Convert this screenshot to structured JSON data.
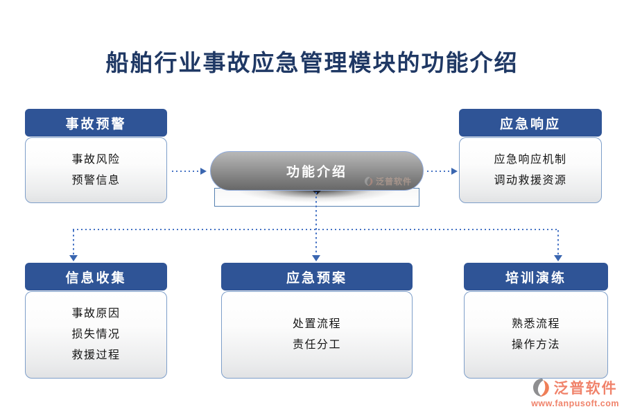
{
  "title": "船舶行业事故应急管理模块的功能介绍",
  "center_node": {
    "label": "功能介绍"
  },
  "nodes": {
    "accident_warning": {
      "title": "事故预警",
      "lines": [
        "事故风险",
        "预警信息"
      ]
    },
    "emergency_response": {
      "title": "应急响应",
      "lines": [
        "应急响应机制",
        "调动救援资源"
      ]
    },
    "info_collection": {
      "title": "信息收集",
      "lines": [
        "事故原因",
        "损失情况",
        "救援过程"
      ]
    },
    "emergency_plan": {
      "title": "应急预案",
      "lines": [
        "处置流程",
        "责任分工"
      ]
    },
    "training_drill": {
      "title": "培训演练",
      "lines": [
        "熟悉流程",
        "操作方法"
      ]
    }
  },
  "watermark": {
    "brand": "泛普软件",
    "url": "www.fanpusoft.com"
  },
  "colors": {
    "header_blue": "#2F5496",
    "title_navy": "#1F3864",
    "connector_blue": "#4472C4",
    "arrowhead_blue": "#3A66B0",
    "card_border_blue": "#7D9EC9",
    "pill_gray_top": "#B8B8B8",
    "pill_gray_bottom": "#686868",
    "brand_coral": "#F0836B"
  }
}
